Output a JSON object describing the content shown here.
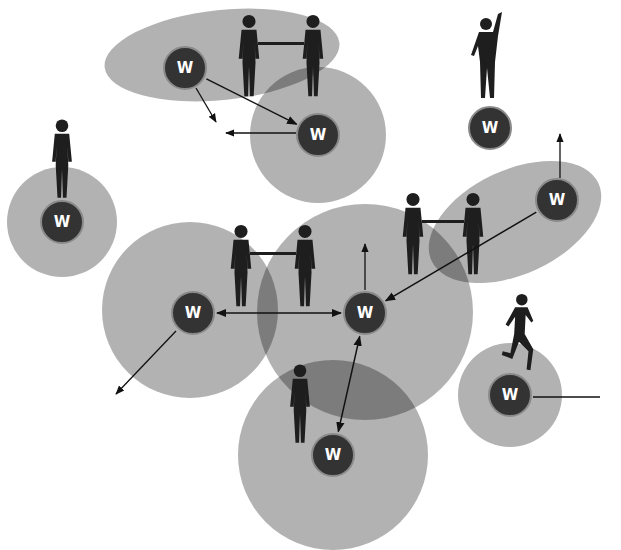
{
  "diagram": {
    "nodes": [
      {
        "text": [
          "W"
        ]
      },
      {
        "text": [
          "W"
        ]
      },
      {
        "text": [
          "W"
        ]
      },
      {
        "text": [
          "W"
        ]
      },
      {
        "text": [
          "W"
        ]
      },
      {
        "text": [
          "W"
        ]
      },
      {
        "text": [
          "W"
        ]
      },
      {
        "text": [
          "W"
        ]
      },
      {
        "text": [
          "W"
        ]
      }
    ],
    "edges": [
      {
        "from": 0,
        "to": 1,
        "arrow": "to"
      },
      {
        "from": 5,
        "to": 6,
        "arrow": "both"
      },
      {
        "from": 4,
        "to": 6,
        "arrow": "to"
      },
      {
        "from": 6,
        "to": 8,
        "arrow": "both"
      }
    ]
  }
}
